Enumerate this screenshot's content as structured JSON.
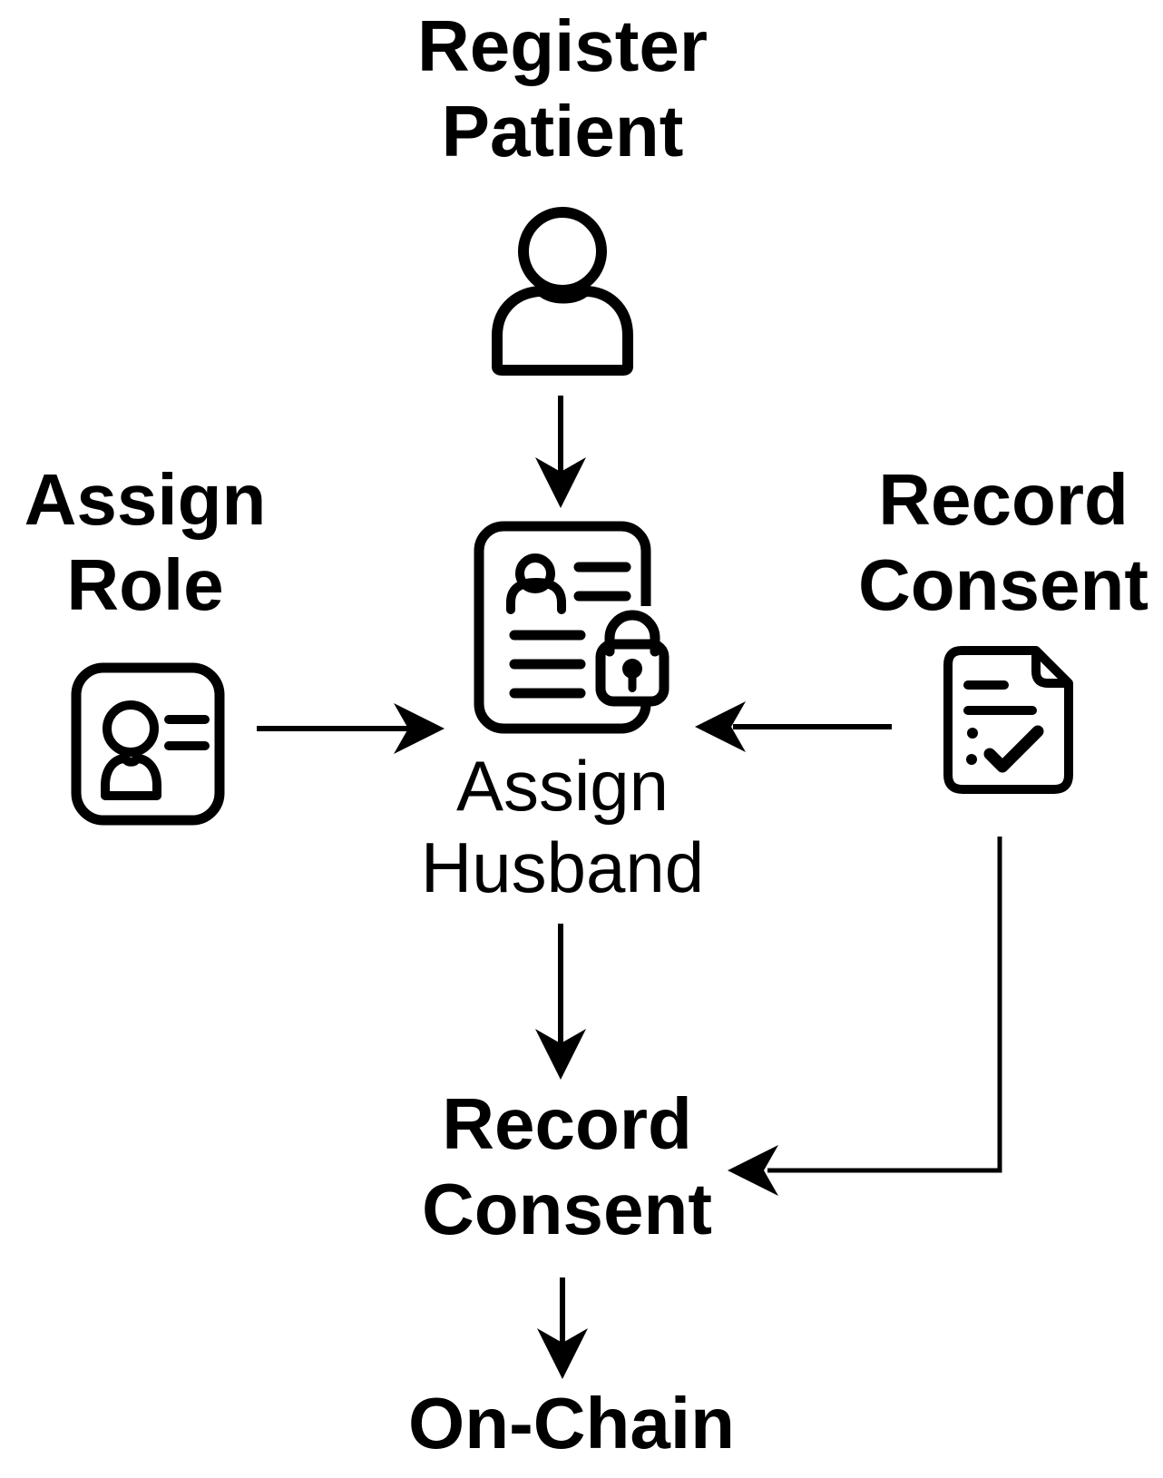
{
  "colors": {
    "background": "#ffffff",
    "ink": "#000000"
  },
  "nodes": {
    "register_patient": "Register\nPatient",
    "assign_role": "Assign\nRole",
    "record_consent_source": "Record\nConsent",
    "assign_husband": "Assign\nHusband",
    "record_consent_action": "Record\nConsent",
    "on_chain": "On-Chain"
  },
  "icons": {
    "register_patient": "person-icon",
    "assign_role": "id-badge-icon",
    "assign_husband": "locked-patient-record-icon",
    "record_consent_source": "consent-document-check-icon"
  },
  "connections": [
    {
      "from": "register_patient",
      "to": "assign_husband"
    },
    {
      "from": "assign_role",
      "to": "assign_husband"
    },
    {
      "from": "record_consent_source",
      "to": "assign_husband"
    },
    {
      "from": "assign_husband",
      "to": "record_consent_action"
    },
    {
      "from": "record_consent_source",
      "to": "record_consent_action"
    },
    {
      "from": "record_consent_action",
      "to": "on_chain"
    }
  ]
}
